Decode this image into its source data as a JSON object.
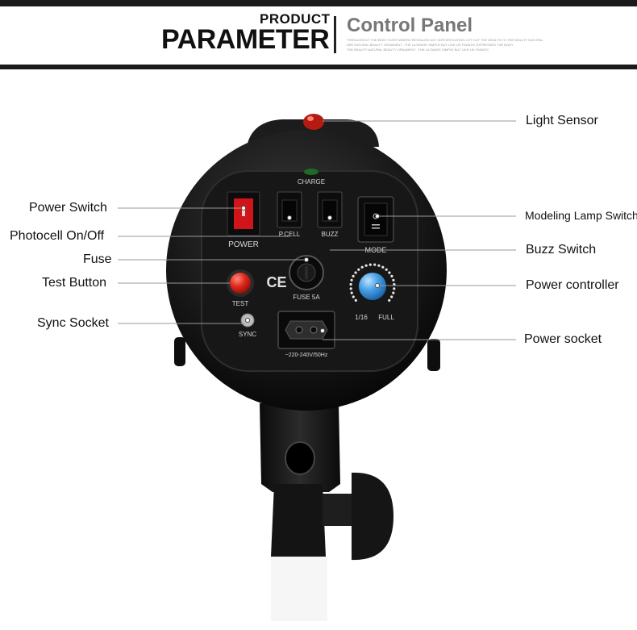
{
  "header": {
    "product": "PRODUCT",
    "parameter": "PARAMETER",
    "title": "Control Panel",
    "sub_lines": [
      "THROUGHOUT THE BODY EVERYWHERE REVEALED NOT SOPHISTICATION, LET OUT THE WEALTH TO THE BEAUTY NATURAL",
      "ARE NATURAL BEAUTY ORNAMENT : THE ULTIMATE SIMPLE BUT LIKE LIE FANATIC EXPRESSED THE BODY",
      "THE BEAUTY NATURAL BEAUTY ORNAMENT : THE ULTIMATE SIMPLE BUT LIKE LIE FANATIC"
    ]
  },
  "callouts": {
    "light_sensor": "Light Sensor",
    "power_switch": "Power Switch",
    "photocell": "Photocell On/Off",
    "fuse": "Fuse",
    "test_button": "Test Button",
    "sync_socket": "Sync Socket",
    "modeling_lamp": "Modeling Lamp Switch",
    "buzz_switch": "Buzz Switch",
    "power_controller": "Power controller",
    "power_socket": "Power socket"
  },
  "panel": {
    "charge": "CHARGE",
    "power": "POWER",
    "pcell": "P.CELL",
    "buzz": "BUZZ",
    "mode": "MODE",
    "ce": "CE",
    "fuse": "FUSE 5A",
    "test": "TEST",
    "sync": "SYNC",
    "dial_min": "1/16",
    "dial_max": "FULL",
    "voltage": "~220-240V/50Hz"
  }
}
